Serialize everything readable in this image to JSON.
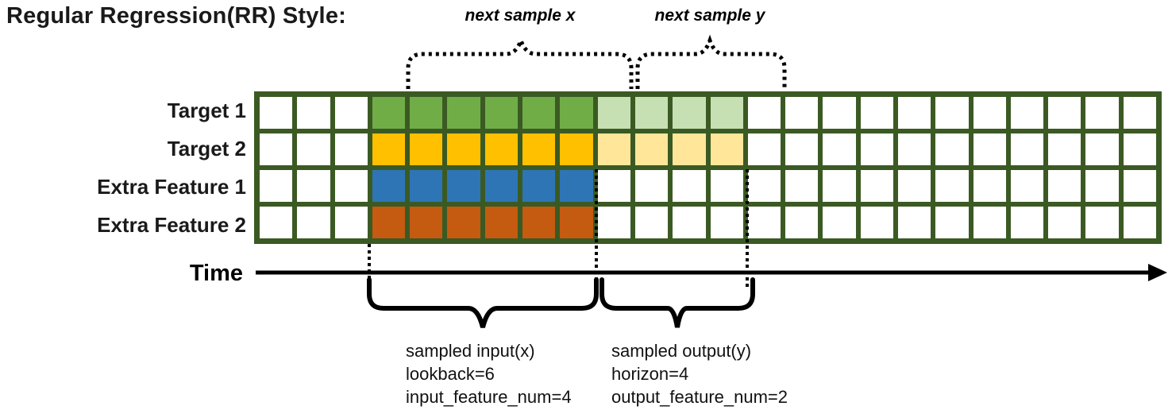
{
  "title": "Regular Regression(RR) Style:",
  "labels": {
    "next_sample_x": "next sample x",
    "next_sample_y": "next sample y",
    "time": "Time"
  },
  "grid": {
    "columns": 24,
    "input_start_col": 3,
    "lookback": 6,
    "horizon": 4,
    "border_color": "#3B5A23",
    "empty_cell_color": "#FFFFFF",
    "rows": [
      {
        "label": "Target 1",
        "input_color": "#70AD47",
        "output_color": "#C6E0B4"
      },
      {
        "label": "Target 2",
        "input_color": "#FFC000",
        "output_color": "#FFE699"
      },
      {
        "label": "Extra Feature 1",
        "input_color": "#2E75B6",
        "output_color": null
      },
      {
        "label": "Extra Feature 2",
        "input_color": "#C55A11",
        "output_color": null
      }
    ]
  },
  "annotations": {
    "input": [
      "sampled input(x)",
      "lookback=6",
      "input_feature_num=4"
    ],
    "output": [
      "sampled output(y)",
      "horizon=4",
      "output_feature_num=2"
    ]
  },
  "colors": {
    "line": "#000000"
  }
}
